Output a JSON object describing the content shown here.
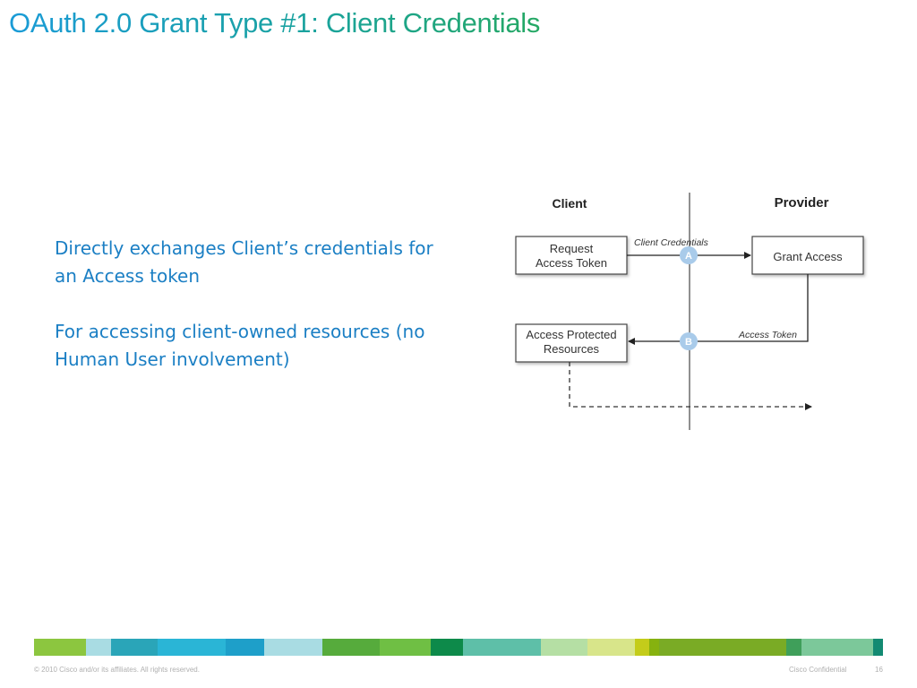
{
  "slide": {
    "title": "OAuth 2.0 Grant Type #1: Client Credentials",
    "bullets": [
      "Directly exchanges Client’s credentials for an Access token",
      "For accessing client-owned resources (no Human User involvement)"
    ]
  },
  "diagram": {
    "client_header": "Client",
    "provider_header": "Provider",
    "box_request": [
      "Request",
      "Access Token"
    ],
    "box_grant": "Grant Access",
    "box_access": [
      "Access Protected",
      "Resources"
    ],
    "label_credentials": "Client Credentials",
    "label_token": "Access Token",
    "marker_a": "A",
    "marker_b": "B"
  },
  "footer": {
    "copyright": "© 2010 Cisco and/or its affiliates. All rights reserved.",
    "confidential": "Cisco Confidential",
    "page": "16"
  },
  "band_colors": [
    "#8cc63f",
    "#a9dce3",
    "#2aa5b8",
    "#2ab5d6",
    "#1e9fc9",
    "#a9dce3",
    "#56ab3c",
    "#6fbf44",
    "#0d8a4a",
    "#5ebfa8",
    "#b5dfa4",
    "#d8e58a",
    "#c4cc1a",
    "#86b20f",
    "#7aab25",
    "#3f9f5a",
    "#7cc89a",
    "#138a72"
  ]
}
